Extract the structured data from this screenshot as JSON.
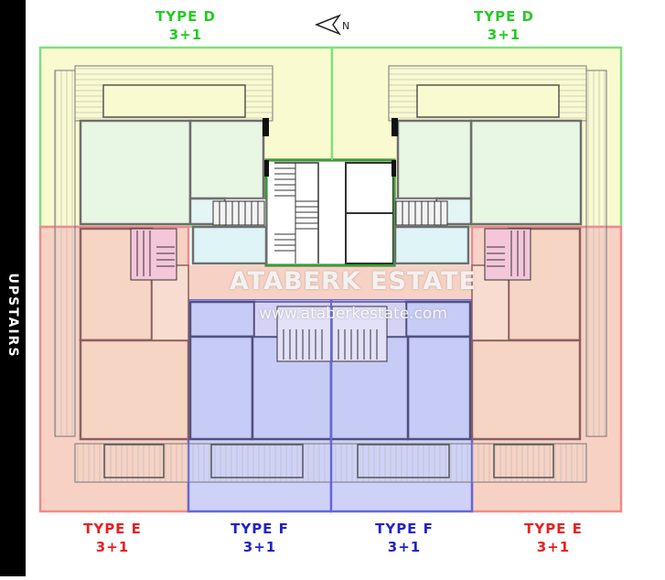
{
  "sidebar": {
    "label": "UPSTAIRS"
  },
  "north": {
    "label": "N"
  },
  "units": {
    "top_left": {
      "type": "TYPE D",
      "rooms": "3+1"
    },
    "top_right": {
      "type": "TYPE D",
      "rooms": "3+1"
    },
    "bottom_left": {
      "type": "TYPE E",
      "rooms": "3+1"
    },
    "bottom_mid_left": {
      "type": "TYPE F",
      "rooms": "3+1"
    },
    "bottom_mid_right": {
      "type": "TYPE F",
      "rooms": "3+1"
    },
    "bottom_right": {
      "type": "TYPE E",
      "rooms": "3+1"
    }
  },
  "watermark": {
    "brand": "ATABERK ESTATE",
    "url": "www.ataberkestate.com"
  },
  "colors": {
    "type_d": "#22cc22",
    "type_e": "#e82020",
    "type_f": "#2222cc",
    "wall": "#6e6e6e"
  }
}
